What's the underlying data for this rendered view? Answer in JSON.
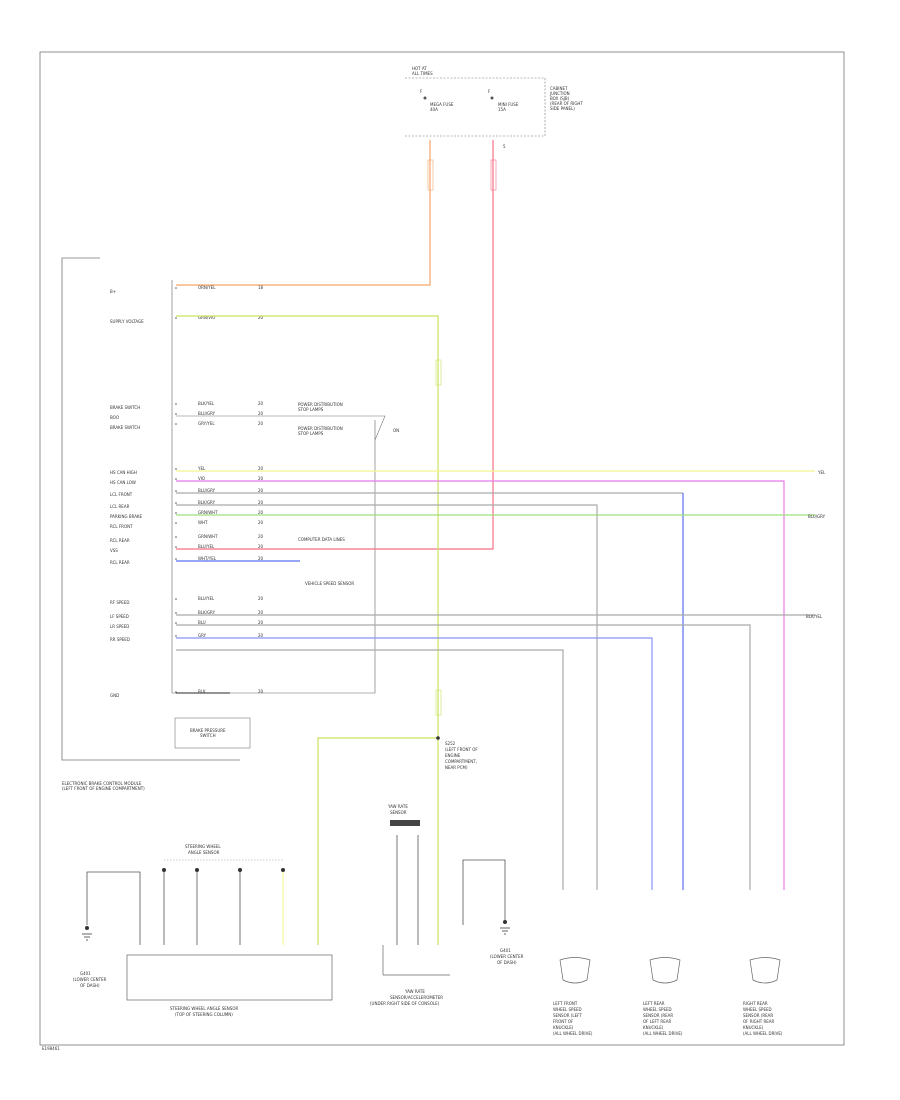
{
  "fuse_block": {
    "title": [
      "HOT AT",
      "ALL TIMES"
    ],
    "fuse_a": [
      "F",
      "MEGA FUSE",
      "40A"
    ],
    "fuse_b": [
      "F",
      "MINI FUSE",
      "15A"
    ],
    "panel": [
      "CABINET",
      "JUNCTION",
      "BOX (SJB)",
      "(REAR OF RIGHT",
      "SIDE PANEL)"
    ],
    "pin_b": "5"
  },
  "module": {
    "name": [
      "ELECTRONIC BRAKE CONTROL MODULE",
      "(LEFT FRONT OF ENGINE COMPARTMENT)"
    ],
    "labels": [
      "B+",
      "SUPPLY VOLTAGE",
      "BRAKE SWITCH",
      "BOO",
      "BRAKE SWITCH",
      "HS CAN HIGH",
      "HS CAN LOW",
      "LCL FRONT",
      "LCL REAR",
      "PARKING BRAKE",
      "RCL FRONT",
      "RCL REAR",
      "VSS",
      "RCL REAR",
      "RF SPEED",
      "LF SPEED",
      "LR SPEED",
      "RR SPEED",
      "GND"
    ],
    "wire_codes": [
      "ORN/YEL",
      "GRN/VIO",
      "BLK/YEL",
      "BLU/GRY",
      "GRY/YEL",
      "YEL",
      "VIO",
      "BLU/GRY",
      "BLK/GRY",
      "GRN/WHT",
      "WHT",
      "GRN/WHT",
      "BLU/YEL",
      "WHT/YEL",
      "BLU/YEL",
      "BLK/GRY",
      "BLU",
      "GRY",
      "BLK"
    ],
    "gauges": [
      "18",
      "20",
      "20",
      "20",
      "20",
      "20",
      "20",
      "20",
      "20",
      "20",
      "20",
      "20",
      "20",
      "20",
      "20",
      "20",
      "20",
      "20",
      "20"
    ],
    "refs": [
      "POWER DISTRIBUTION",
      "STOP LAMPS",
      "POWER DISTRIBUTION",
      "STOP LAMPS",
      "COMPUTER DATA LINES",
      "VEHICLE SPEED SENSOR"
    ],
    "pressure_switch": [
      "BRAKE PRESSURE",
      "SWITCH"
    ],
    "on_mark": "ON"
  },
  "right_edge_tags": [
    "YEL",
    "BLU/GRY",
    "BLK/YEL"
  ],
  "splice_note": [
    "S252",
    "(LEFT FRONT OF",
    "ENGINE",
    "COMPARTMENT,",
    "NEAR PCM)"
  ],
  "sensors": {
    "steering": {
      "title": [
        "STEERING WHEEL",
        "ANGLE SENSOR"
      ],
      "caption": [
        "STEERING WHEEL ANGLE SENSOR",
        "(TOP OF STEERING COLUMN)"
      ]
    },
    "yaw": {
      "title": [
        "YAW RATE",
        "SENSOR"
      ],
      "caption": [
        "YAW RATE",
        "SENSOR/ACCELEROMETER",
        "(UNDER RIGHT SIDE OF CONSOLE)"
      ]
    },
    "ground_left": [
      "G401",
      "(LOWER CENTER",
      "OF DASH)"
    ],
    "ground_mid": [
      "G401",
      "(LOWER CENTER",
      "OF DASH)"
    ],
    "wheels": [
      {
        "caption": [
          "LEFT FRONT",
          "WHEEL SPEED",
          "SENSOR (LEFT",
          "FRONT OF",
          "KNUCKLE)",
          "(ALL WHEEL DRIVE)"
        ]
      },
      {
        "caption": [
          "LEFT REAR",
          "WHEEL SPEED",
          "SENSOR (REAR",
          "OF LEFT REAR",
          "KNUCKLE)",
          "(ALL WHEEL DRIVE)"
        ]
      },
      {
        "caption": [
          "RIGHT REAR",
          "WHEEL SPEED",
          "SENSOR (REAR",
          "OF RIGHT REAR",
          "KNUCKLE)",
          "(ALL WHEEL DRIVE)"
        ]
      }
    ]
  },
  "footer": "E198461",
  "colors": {
    "orange": "#f5a46b",
    "pink": "#f4728a",
    "yellow_green": "#c8e35f",
    "yellow": "#f4f58a",
    "magenta": "#e87be8",
    "green": "#9ee07a",
    "blue": "#5a6df0",
    "gray": "#9a9a9a",
    "black": "#333333"
  }
}
